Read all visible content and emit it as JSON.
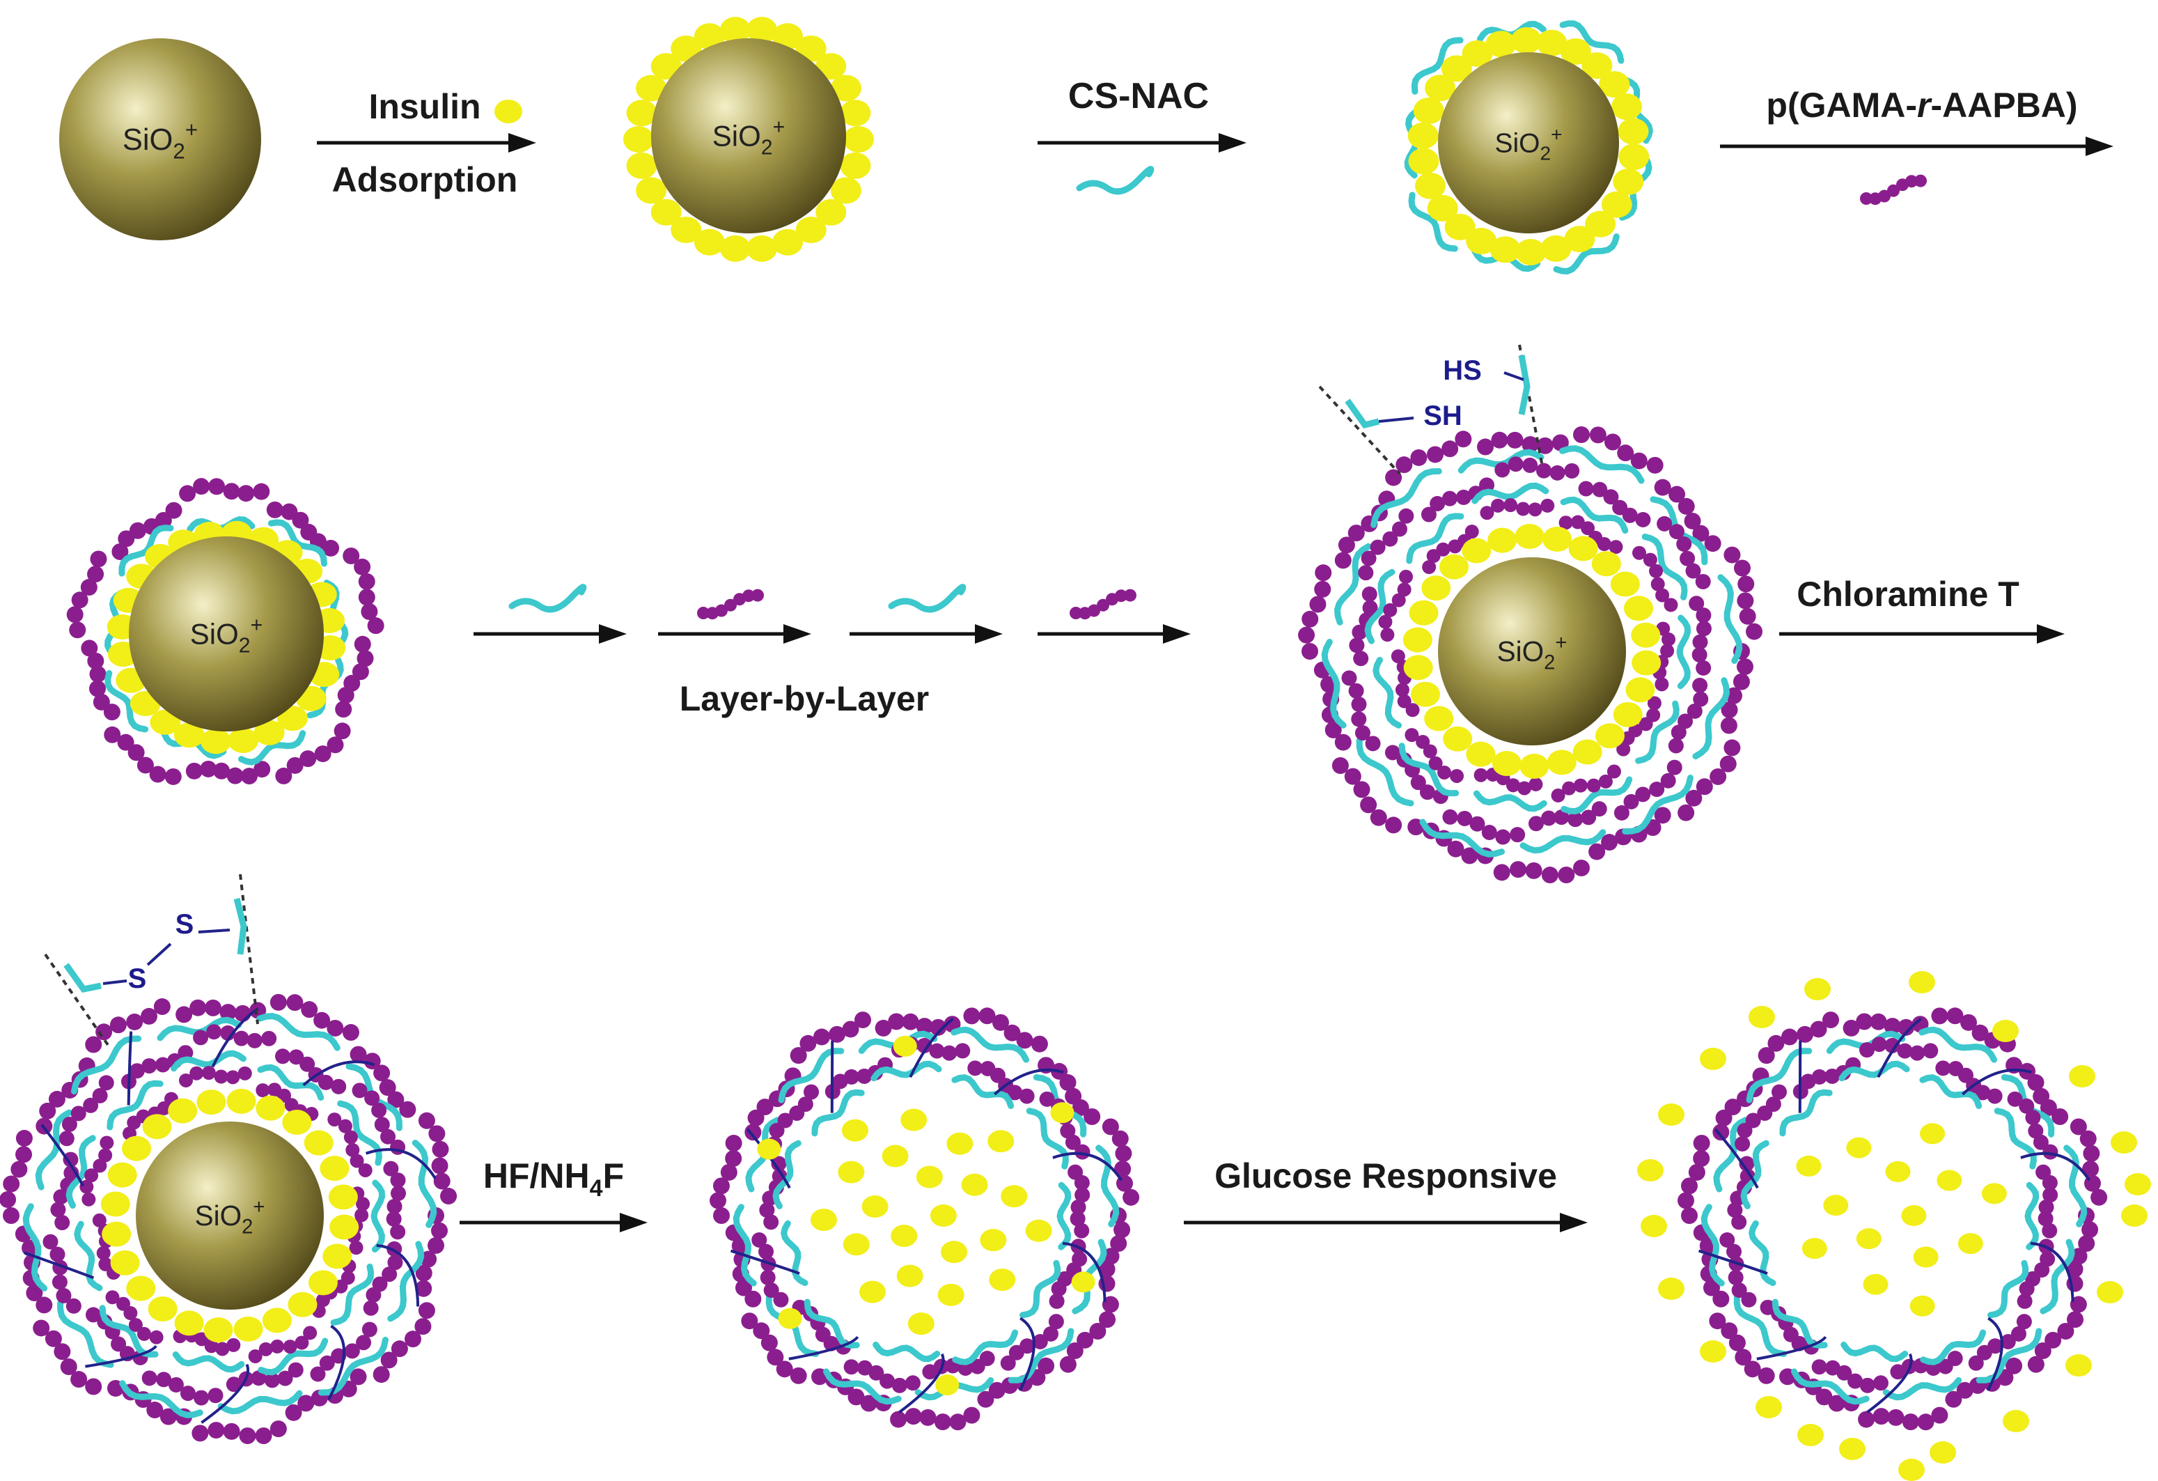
{
  "colors": {
    "insulin": "#f2ee18",
    "cs_nac": "#3cc8cc",
    "polymer": "#8b1e8e",
    "crosslink": "#22228a",
    "silica_light": "#f4f0c8",
    "silica_mid": "#a59a4a",
    "silica_dark": "#4d4417",
    "arrow": "#111111"
  },
  "core_label": "SiO",
  "core_sub": "2",
  "core_sup": "+",
  "steps": {
    "insulin_line1": "Insulin",
    "insulin_line2": "Adsorption",
    "cs_nac": "CS-NAC",
    "polymer_pre": "p(GAMA-",
    "polymer_r": "r",
    "polymer_post": "-AAPBA)",
    "lbl": "Layer-by-Layer",
    "chloramine": "Chloramine T",
    "hf_a": "HF/NH",
    "hf_sub": "4",
    "hf_b": "F",
    "glucose": "Glucose Responsive"
  },
  "thiol": {
    "hs": "HS",
    "sh": "SH",
    "s": "S"
  }
}
